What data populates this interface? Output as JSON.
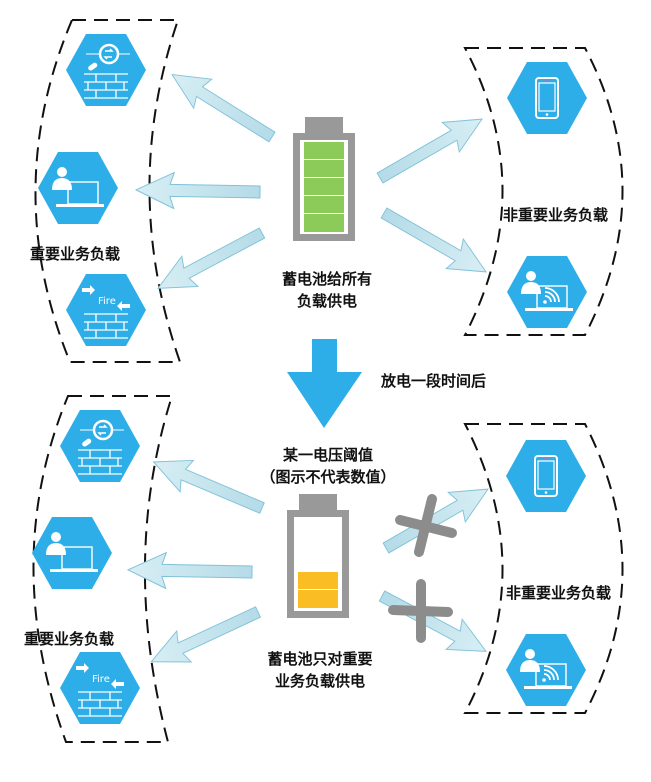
{
  "colors": {
    "hex_fill": "#2eaee8",
    "arrow_fill": "#bde2ec",
    "arrow_stroke": "#7fc3d8",
    "big_arrow": "#2eaee8",
    "battery_frame": "#999999",
    "battery_full": "#8ccb5a",
    "battery_low": "#fbbd24",
    "cross": "#8c8c8c",
    "dash": "#111111"
  },
  "top": {
    "important_label": "重要业务负载",
    "nonimportant_label": "非重要业务负载",
    "caption_line1": "蓄电池给所有",
    "caption_line2": "负载供电",
    "battery_level": "5/5"
  },
  "transition": {
    "label": "放电一段时间后"
  },
  "bottom": {
    "threshold_line1": "某一电压阈值",
    "threshold_line2": "（图示不代表数值）",
    "important_label": "重要业务负载",
    "nonimportant_label": "非重要业务负载",
    "caption_line1": "蓄电池只对重要",
    "caption_line2": "业务负载供电",
    "battery_level": "2/5"
  },
  "icons": {
    "important": [
      "firewall-search-icon",
      "user-terminal-icon",
      "fire-firewall-icon"
    ],
    "nonimportant": [
      "mobile-phone-icon",
      "user-wifi-terminal-icon"
    ]
  }
}
